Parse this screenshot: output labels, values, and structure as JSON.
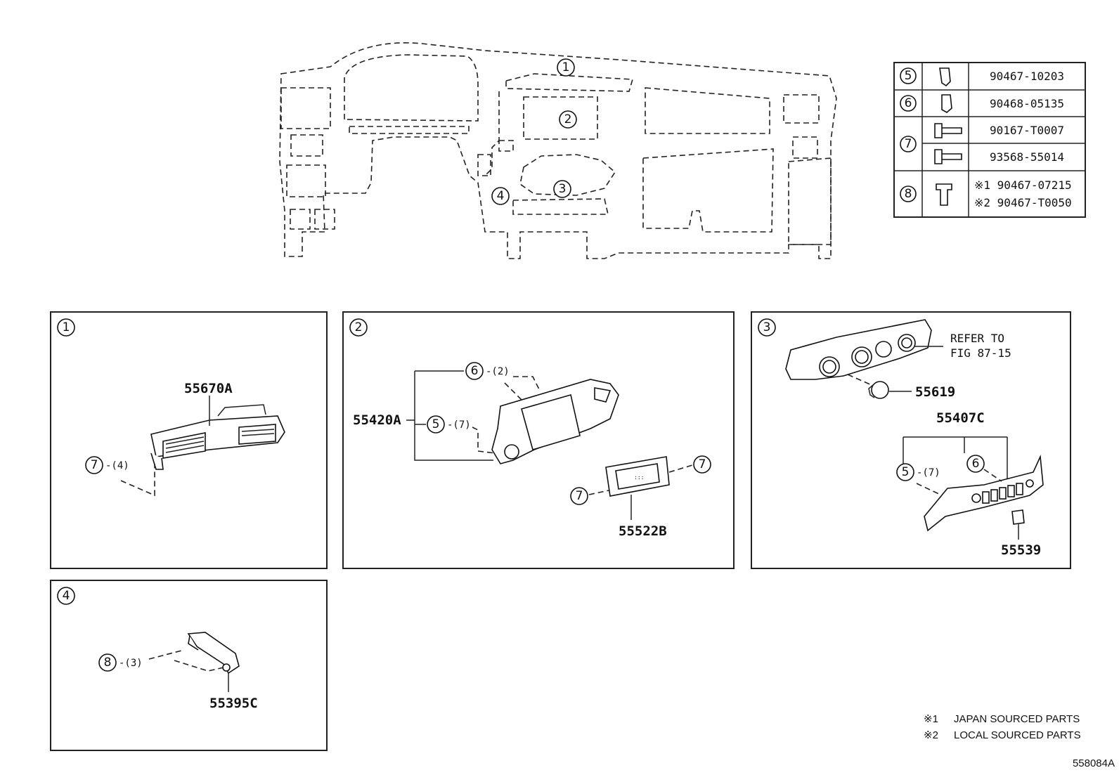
{
  "diagram_id": "558084A",
  "notes": [
    {
      "mark": "※1",
      "text": "JAPAN SOURCED PARTS"
    },
    {
      "mark": "※2",
      "text": "LOCAL SOURCED PARTS"
    }
  ],
  "overview_callouts": [
    "1",
    "2",
    "3",
    "4"
  ],
  "fastener_table": [
    {
      "ref": "5",
      "parts": [
        "90467-10203"
      ]
    },
    {
      "ref": "6",
      "parts": [
        "90468-05135"
      ]
    },
    {
      "ref": "7",
      "parts": [
        "90167-T0007",
        "93568-55014"
      ]
    },
    {
      "ref": "8",
      "parts": [
        "※1 90467-07215",
        "※2 90467-T0050"
      ]
    }
  ],
  "panels": {
    "p1": {
      "ref": "1",
      "part": "55670A",
      "callout": {
        "ref": "7",
        "qty": "-(4)"
      }
    },
    "p2": {
      "ref": "2",
      "part_main": "55420A",
      "part_display": "55522B",
      "callout_6": {
        "ref": "6",
        "qty": "-(2)"
      },
      "callout_5": {
        "ref": "5",
        "qty": "-(7)"
      },
      "callout_7a": {
        "ref": "7"
      },
      "callout_7b": {
        "ref": "7"
      }
    },
    "p3": {
      "ref": "3",
      "refer_line1": "REFER TO",
      "refer_line2": "FIG 87-15",
      "part_knob": "55619",
      "part_switch_panel": "55407C",
      "part_switch": "55539",
      "callout_5": {
        "ref": "5",
        "qty": "-(7)"
      },
      "callout_6": {
        "ref": "6"
      }
    },
    "p4": {
      "ref": "4",
      "part": "55395C",
      "callout": {
        "ref": "8",
        "qty": "-(3)"
      }
    }
  }
}
